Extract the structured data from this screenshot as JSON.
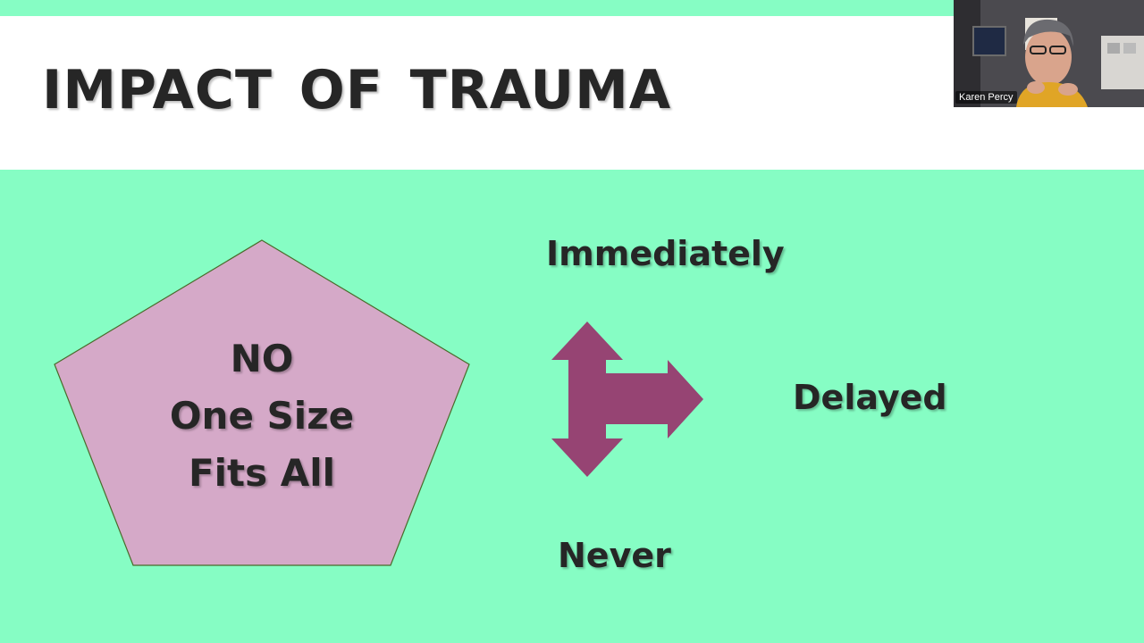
{
  "slide": {
    "title": "IMPACT OF TRAUMA",
    "pentagon_lines": [
      "NO",
      "One Size",
      "Fits All"
    ],
    "options": {
      "top": "Immediately",
      "right": "Delayed",
      "bottom": "Never"
    }
  },
  "video": {
    "participant_name": "Karen Percy"
  },
  "colors": {
    "background": "#86fdc4",
    "title_band": "#ffffff",
    "pentagon_fill": "#d5a9c8",
    "arrow_fill": "#964473",
    "text": "#262626"
  },
  "icons": {
    "arrow": "three-way-arrow-icon",
    "pentagon": "pentagon-shape"
  }
}
